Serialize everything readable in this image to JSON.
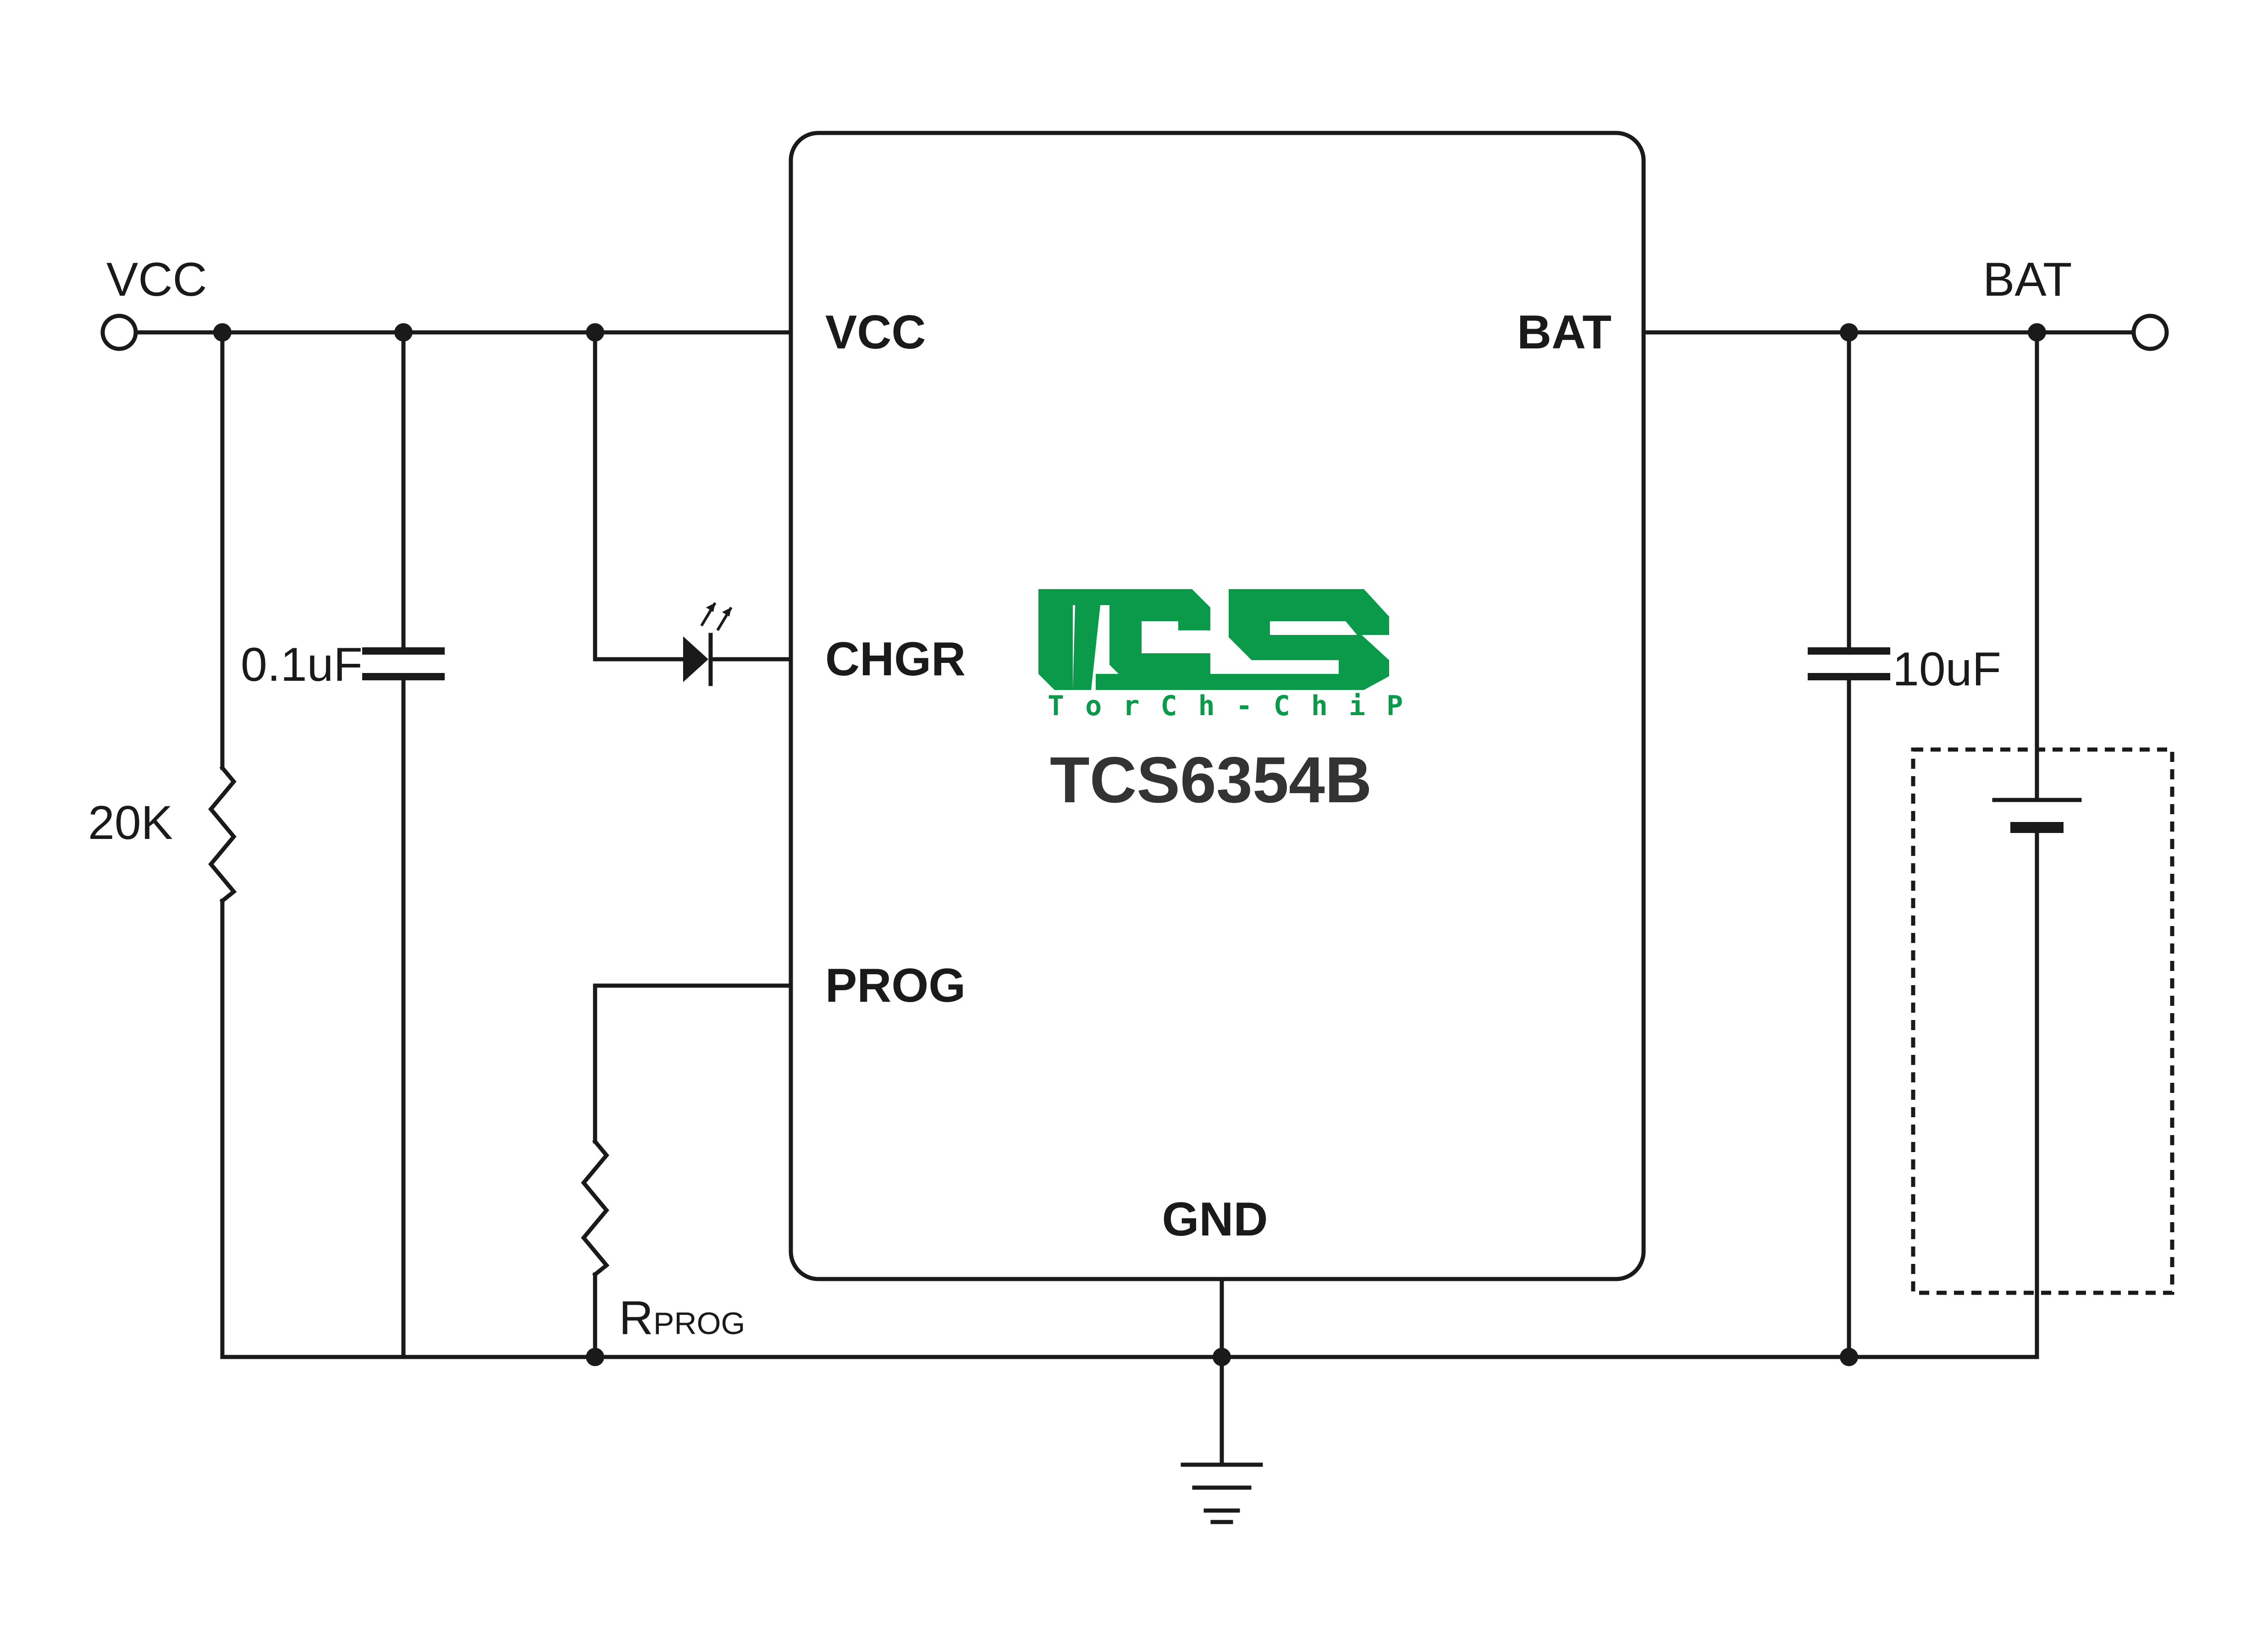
{
  "colors": {
    "wire": "#1a1a1a",
    "brand": "#0a9a4a",
    "part_text": "#333333"
  },
  "ic": {
    "part_number": "TCS6354B",
    "logo": {
      "text": "TCS",
      "tagline": "TorCh-ChiP"
    },
    "pins": {
      "vcc": "VCC",
      "bat": "BAT",
      "chgr": "CHGR",
      "prog": "PROG",
      "gnd": "GND"
    }
  },
  "terminals": {
    "vcc": "VCC",
    "bat": "BAT"
  },
  "components": {
    "input_cap": "0.1uF",
    "pullup_resistor": "20K",
    "output_cap": "10uF",
    "prog_resistor": {
      "main": "R",
      "sub": "PROG"
    },
    "led": "led-icon",
    "battery": "battery-icon",
    "ground": "ground-icon"
  }
}
